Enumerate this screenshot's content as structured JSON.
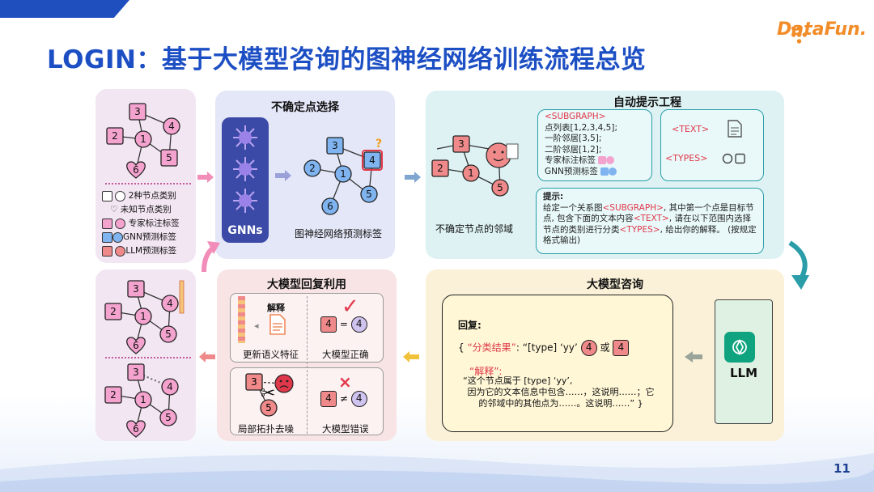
{
  "title": "LOGIN：基于大模型咨询的图神经网络训练流程总览",
  "logo": "DataFun.",
  "page_number": "11",
  "colors": {
    "title": "#1d4fc4",
    "expert": "#f4a3cf",
    "gnn": "#7fb4f0",
    "llm": "#f08a8a",
    "panel_teal": "#2a9da8"
  },
  "left_top": {
    "legend": [
      {
        "label": "2种节点类别",
        "kind": "square-circle-outline"
      },
      {
        "label": "未知节点类别",
        "kind": "heart-outline"
      },
      {
        "label": "专家标注标签",
        "kind": "pink"
      },
      {
        "label": "GNN预测标签",
        "kind": "blue"
      },
      {
        "label": "LLM预测标签",
        "kind": "red"
      }
    ],
    "nodes": [
      "1",
      "2",
      "3",
      "4",
      "5",
      "6"
    ]
  },
  "gnn_panel": {
    "header": "不确定点选择",
    "gnn_label": "GNNs",
    "caption": "图神经网络预测标签",
    "question_mark": "?",
    "nodes": [
      "1",
      "2",
      "3",
      "4",
      "5",
      "6"
    ]
  },
  "prompt_panel": {
    "header": "自动提示工程",
    "neighbor_caption": "不确定节点的邻域",
    "subgraph_box": {
      "tag": "<SUBGRAPH>",
      "lines": [
        "点列表[1,2,3,4,5];",
        "一阶邻居[3,5];",
        "二阶邻居[1,2];",
        "专家标注标签",
        "GNN预测标签"
      ]
    },
    "text_tag": "<TEXT>",
    "types_tag": "<TYPES>",
    "prompt_box": {
      "label": "提示:",
      "seg1": "给定一个关系图",
      "tag1": "<SUBGRAPH>",
      "seg2": ", 其中第一个点是目标节点, 包含下面的文本内容",
      "tag2": "<TEXT>",
      "seg3": ", 请在以下范围内选择节点的类别进行分类",
      "tag3": "<TYPES>",
      "seg4": ", 给出你的解释。 (按规定格式输出)"
    },
    "nodes": [
      "1",
      "2",
      "3",
      "5"
    ]
  },
  "consult_panel": {
    "header": "大模型咨询",
    "reply_label": "回复:",
    "result_open": "{",
    "result_key": "“分类结果”",
    "result_colon": ":",
    "result_value": "“[type]  ‘yy’",
    "result_or": "或",
    "result_num": "4",
    "explain_key": "“解释”:",
    "explain_lines": [
      "“这个节点属于 [type]  ‘yy’,",
      "因为它的文本信息中包含……，这说明……；它",
      "的邻域中的其他点为……。这说明……” }"
    ],
    "llm_label": "LLM"
  },
  "reuse_panel": {
    "header": "大模型回复利用",
    "explain_word": "解释",
    "cells": [
      "更新语义特征",
      "大模型正确",
      "局部拓扑去噪",
      "大模型错误"
    ],
    "num4": "4",
    "num3": "3",
    "num5": "5",
    "eq": "=",
    "neq": "≠",
    "check": "✓",
    "cross": "×"
  },
  "left_bot": {
    "nodes": [
      "1",
      "2",
      "3",
      "4",
      "5",
      "6"
    ]
  }
}
